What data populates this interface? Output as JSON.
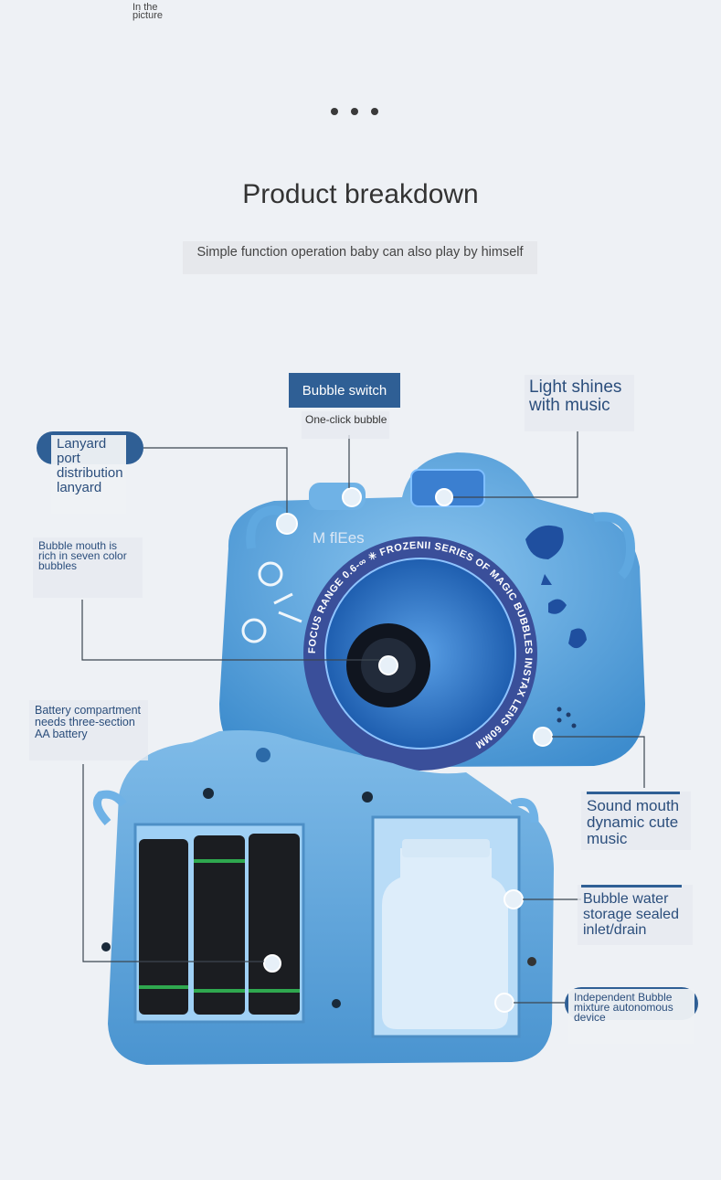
{
  "corner_note": "In the picture",
  "header": {
    "title": "Product breakdown",
    "subtitle": "Simple function operation baby can also play by himself"
  },
  "callouts": {
    "bubble_switch": "Bubble switch",
    "one_click": "One-click bubble",
    "light": "Light shines with music",
    "lanyard": "Lanyard port distribution lanyard",
    "bubble_mouth": "Bubble mouth is rich in seven color bubbles",
    "battery": "Battery compartment needs three-section AA battery",
    "sound": "Sound mouth dynamic cute music",
    "water": "Bubble water storage sealed inlet/drain",
    "independent": "Independent Bubble mixture autonomous device"
  },
  "product": {
    "brand_text": "M flEes",
    "lens_ring_text": "FOCUS RANGE 0.6-∞ ✳ FROZENII SERIES OF MAGIC BUBBLES INSTAX LENS 60MM"
  },
  "colors": {
    "accent": "#2f5f95",
    "camera_body": "#5fa8e0",
    "lens_ring": "#3a4f9a"
  }
}
